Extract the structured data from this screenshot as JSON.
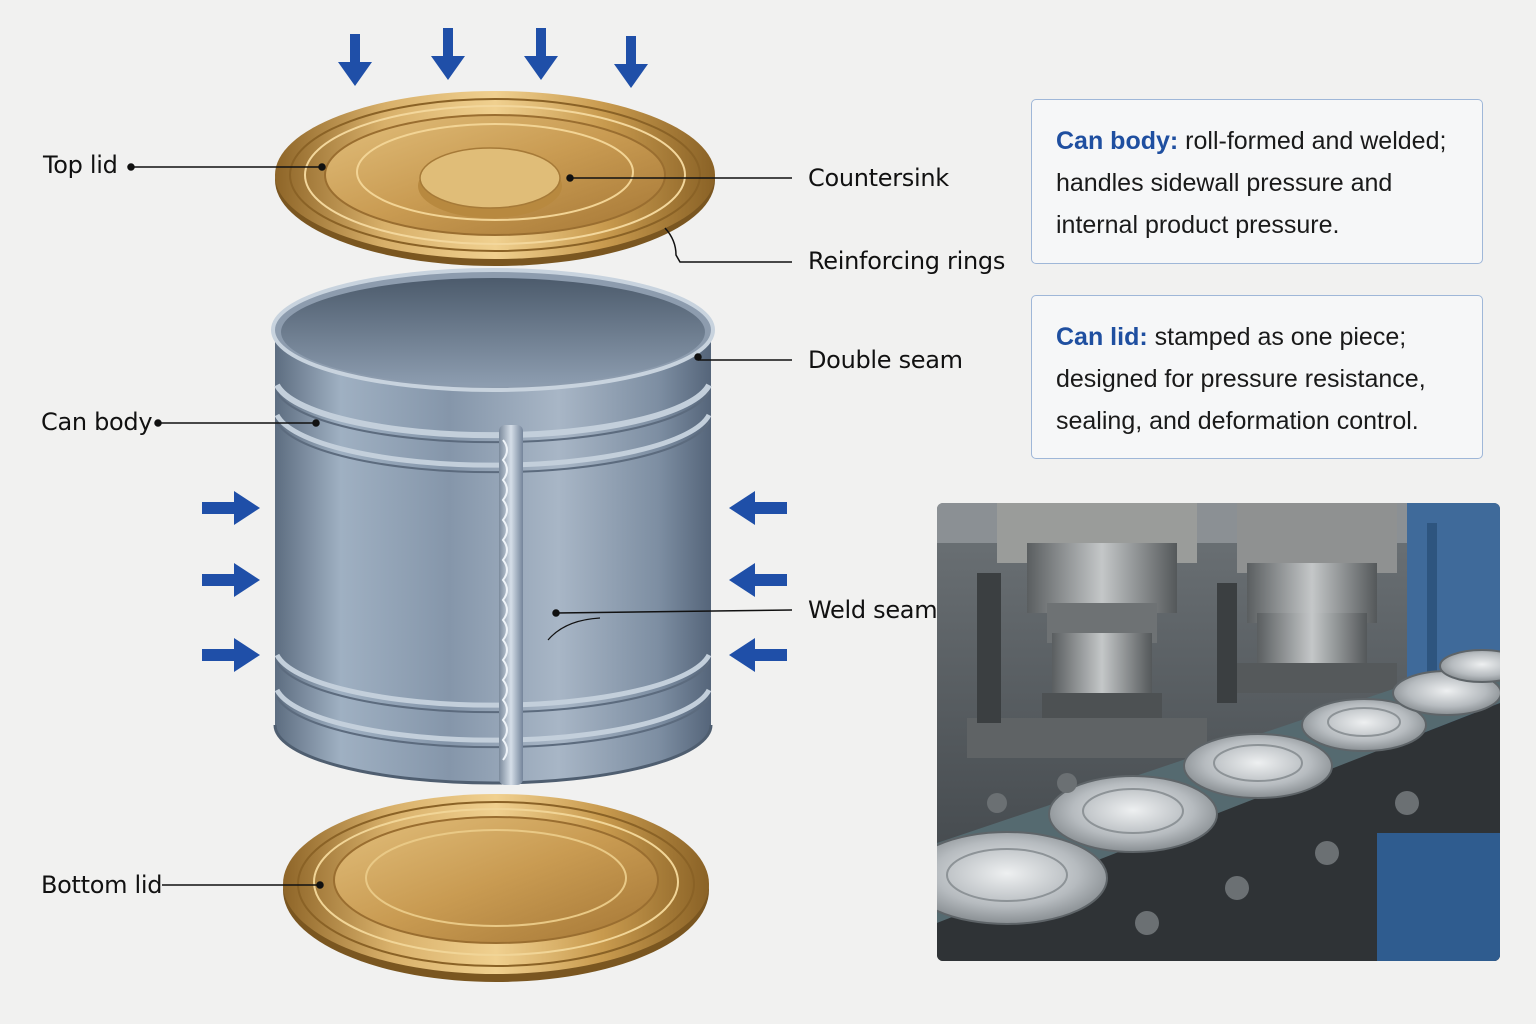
{
  "labels": {
    "top_lid": "Top lid",
    "countersink": "Countersink",
    "reinforcing_rings": "Reinforcing rings",
    "double_seam": "Double seam",
    "can_body": "Can body",
    "weld_seam": "Weld seam",
    "bottom_lid": "Bottom lid"
  },
  "info_boxes": [
    {
      "term": "Can body:",
      "text": "roll-formed and welded; handles sidewall pressure and internal product pressure."
    },
    {
      "term": "Can lid:",
      "text": "stamped as one piece; designed for pressure resistance, sealing, and deformation control."
    }
  ],
  "colors": {
    "arrow": "#1f4fa8",
    "accent_text": "#1f4fa0",
    "box_border": "#9fb7d8",
    "lid_gold": "#c49a4e",
    "can_steel": "#7f90a3"
  },
  "icons": {
    "pressure_arrow": "arrow-icon"
  }
}
